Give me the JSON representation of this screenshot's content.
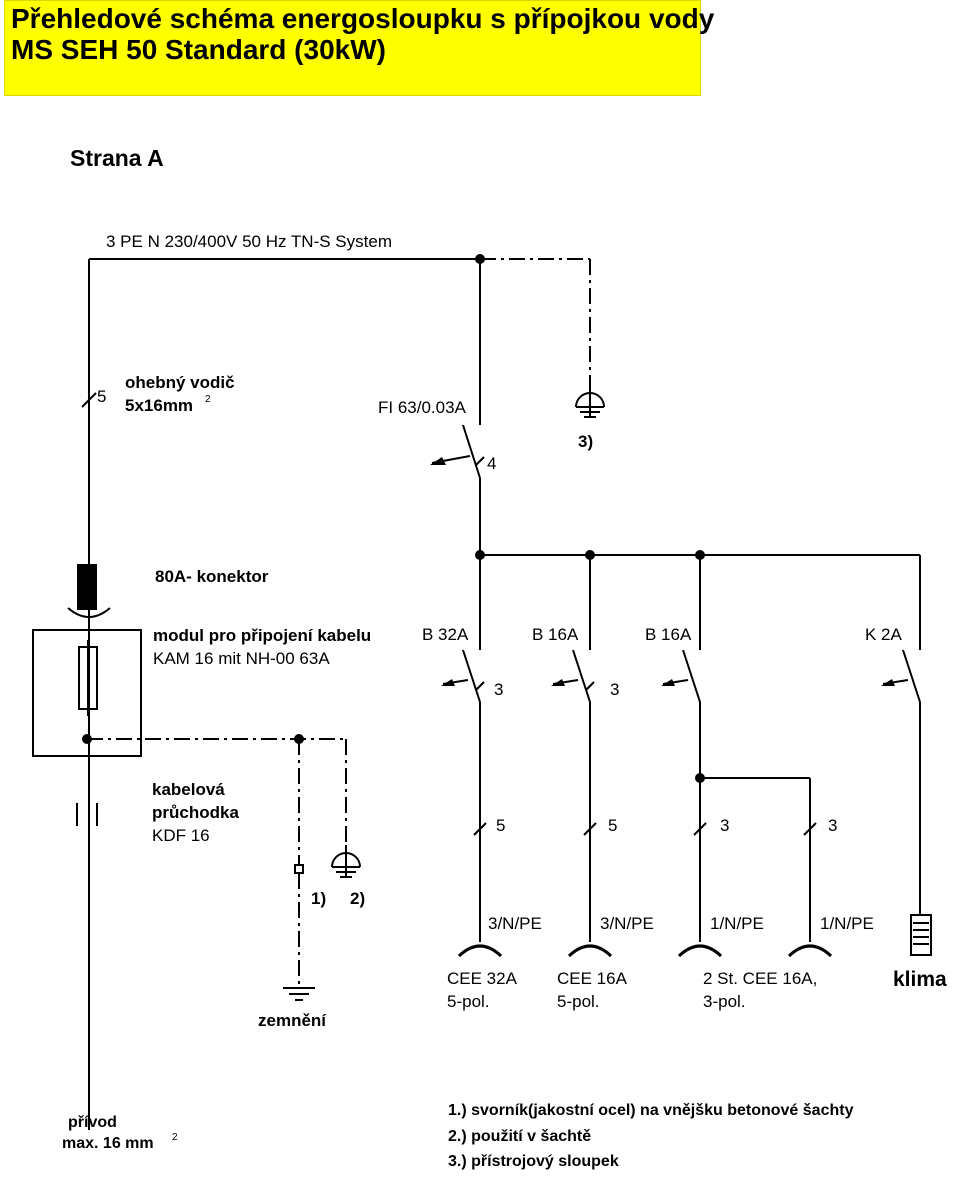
{
  "title": {
    "line1": "Přehledové schéma energosloupku s přípojkou vody",
    "line2": "MS SEH 50 Standard (30kW)",
    "background": "#ffff00"
  },
  "diagram": {
    "side": "Strana A",
    "system": "3 PE N  230/400V  50 Hz  TN-S System",
    "cable": {
      "count": "5",
      "line1": "ohebný vodič",
      "line2": "5x16mm",
      "sup": "2"
    },
    "rcd": {
      "label": "FI 63/0.03A",
      "poles": "4"
    },
    "ground_symbol_label": "3)",
    "connector": "80A- konektor",
    "module": {
      "line1": "modul pro připojení kabelu",
      "line2": "KAM 16 mit NH-00 63A"
    },
    "gland": {
      "line1": "kabelová",
      "line2": "průchodka",
      "line3": "KDF 16"
    },
    "marks": {
      "m1": "1)",
      "m2": "2)"
    },
    "earth": "zemnění",
    "supply": {
      "line1": "přívod",
      "line2": "max. 16 mm",
      "sup": "2"
    },
    "breakers": [
      {
        "label": "B 32A",
        "poles": "3"
      },
      {
        "label": "B 16A",
        "poles": "3"
      },
      {
        "label": "B 16A",
        "poles": ""
      },
      {
        "label": "K 2A",
        "poles": ""
      }
    ],
    "branches": [
      {
        "count": "5",
        "conductors": "3/N/PE",
        "socket1": "CEE 32A",
        "socket2": "5-pol."
      },
      {
        "count": "5",
        "conductors": "3/N/PE",
        "socket1": "CEE 16A",
        "socket2": "5-pol."
      },
      {
        "count": "3",
        "conductors": "1/N/PE",
        "socket1": "2 St. CEE 16A,",
        "socket2": "3-pol."
      },
      {
        "count": "3",
        "conductors": "1/N/PE",
        "socket1": "",
        "socket2": ""
      }
    ],
    "klima": "klima",
    "notes": [
      "1.) svorník(jakostní ocel) na vnějšku betonové šachty",
      "2.) použití v šachtě",
      "3.) přístrojový sloupek"
    ]
  }
}
